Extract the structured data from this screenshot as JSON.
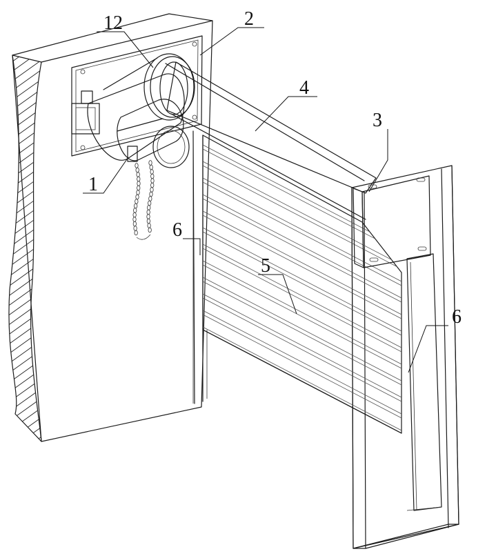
{
  "labels": [
    {
      "id": "lbl-12",
      "text": "12"
    },
    {
      "id": "lbl-2",
      "text": "2"
    },
    {
      "id": "lbl-4",
      "text": "4"
    },
    {
      "id": "lbl-3",
      "text": "3"
    },
    {
      "id": "lbl-1",
      "text": "1"
    },
    {
      "id": "lbl-6a",
      "text": "6"
    },
    {
      "id": "lbl-5",
      "text": "5"
    },
    {
      "id": "lbl-6b",
      "text": "6"
    }
  ]
}
